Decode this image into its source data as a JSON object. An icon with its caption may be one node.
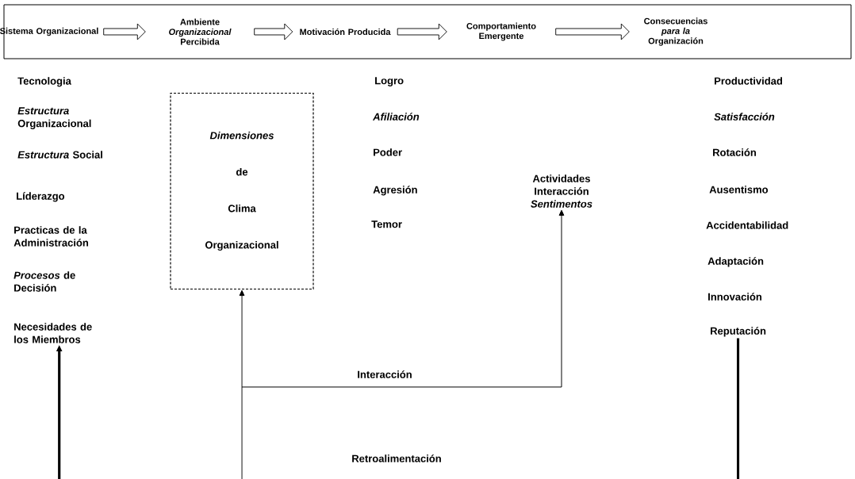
{
  "diagram": {
    "nodes": [
      {
        "text": [],
        "shape": "box"
      },
      {
        "text": [
          "Sistema Organizacional"
        ],
        "in": 0
      },
      {
        "text": [
          "Ambiente *Organizacional* Percibida"
        ],
        "in": 0
      },
      {
        "text": [
          "Motivación Producida"
        ],
        "in": 0
      },
      {
        "text": [
          "Comportamiento Emergente"
        ],
        "in": 0
      },
      {
        "text": [
          "Consecuencias *para la* Organización"
        ],
        "in": 0
      },
      {
        "text": [
          "Necesidades de los Miembros"
        ]
      },
      {
        "text": [
          "*Dimensiones* de Clima Organizacional"
        ]
      },
      {
        "text": [
          "Actividades Interacción *Sentimentos*"
        ]
      },
      {
        "text": [
          "Reputación"
        ]
      }
    ],
    "edges": [
      {
        "from": 1,
        "to": 2,
        "arrow": "to"
      },
      {
        "from": 2,
        "to": 3,
        "arrow": "to"
      },
      {
        "from": 3,
        "to": 4,
        "arrow": "to"
      },
      {
        "from": 4,
        "to": 5,
        "arrow": "to"
      },
      {
        "from": null,
        "to": 6,
        "arrow": "to",
        "style": "thick"
      },
      {
        "from": null,
        "to": 7,
        "arrow": "to"
      },
      {
        "from": null,
        "to": 8,
        "arrow": "to",
        "label": "Interacción"
      },
      {
        "from": 9,
        "to": null,
        "arrow": "none",
        "style": "thick"
      }
    ],
    "labels": [
      "Tecnologia",
      "*Estructura* Organizacional",
      "*Estructura* Social",
      "Líderazgo",
      "Practicas de la Administración",
      "*Procesos* de Decisión",
      "Logro",
      "Afiliación",
      "Poder",
      "Agresión",
      "Temor",
      "Productividad",
      "Satisfacción",
      "Rotación",
      "Ausentismo",
      "Accidentabilidad",
      "Adaptación",
      "Innovación",
      "Retroalimentación"
    ]
  }
}
